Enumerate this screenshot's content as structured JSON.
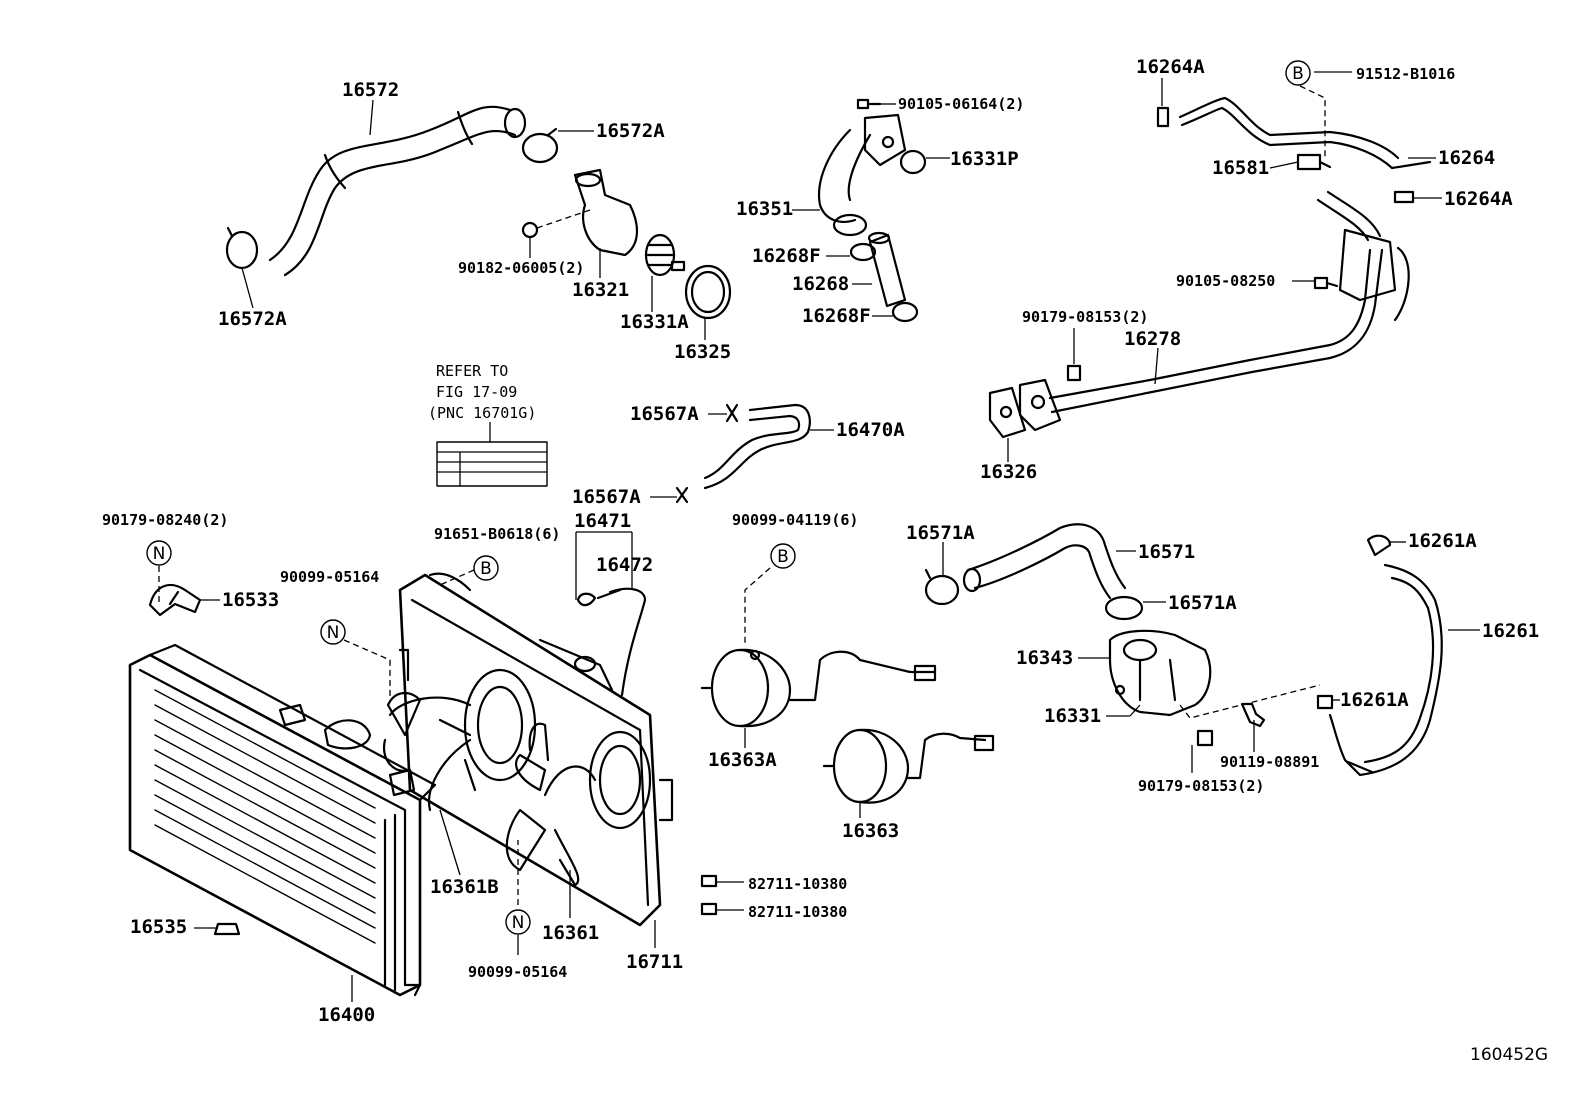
{
  "figure_id": "160452G",
  "refer_note": [
    "REFER TO",
    "FIG 17-09",
    "(PNC 16701G)"
  ],
  "markers": {
    "n": "N",
    "b": "B"
  },
  "labels": {
    "p16572": "16572",
    "p16572A_top": "16572A",
    "p16572A_left": "16572A",
    "p90182": "90182-06005(2)",
    "p16321": "16321",
    "p16331A": "16331A",
    "p16325": "16325",
    "p90105_06164": "90105-06164(2)",
    "p16331P": "16331P",
    "p16351": "16351",
    "p16268F_top": "16268F",
    "p16268": "16268",
    "p16268F_bot": "16268F",
    "p16264A_top": "16264A",
    "p91512": "91512-B1016",
    "p16264": "16264",
    "p16581": "16581",
    "p16264A_right": "16264A",
    "p90105_08250": "90105-08250",
    "p90179_08153_top": "90179-08153(2)",
    "p16278": "16278",
    "p16326": "16326",
    "p16567A_top": "16567A",
    "p16470A": "16470A",
    "p16567A_bot": "16567A",
    "p90179_08240": "90179-08240(2)",
    "p91651": "91651-B0618(6)",
    "p16471": "16471",
    "p16472": "16472",
    "p90099_04119": "90099-04119(6)",
    "p16571A_left": "16571A",
    "p16571": "16571",
    "p16571A_right": "16571A",
    "p16261A_top": "16261A",
    "p16261": "16261",
    "p16533": "16533",
    "p90099_05164_top": "90099-05164",
    "p16343": "16343",
    "p16331": "16331",
    "p16261A_mid": "16261A",
    "p90119": "90119-08891",
    "p90179_08153_bot": "90179-08153(2)",
    "p16363A": "16363A",
    "p16363": "16363",
    "p16361B": "16361B",
    "p16361": "16361",
    "p16711": "16711",
    "p82711_a": "82711-10380",
    "p82711_b": "82711-10380",
    "p16535": "16535",
    "p90099_05164_bot": "90099-05164",
    "p16400": "16400"
  }
}
